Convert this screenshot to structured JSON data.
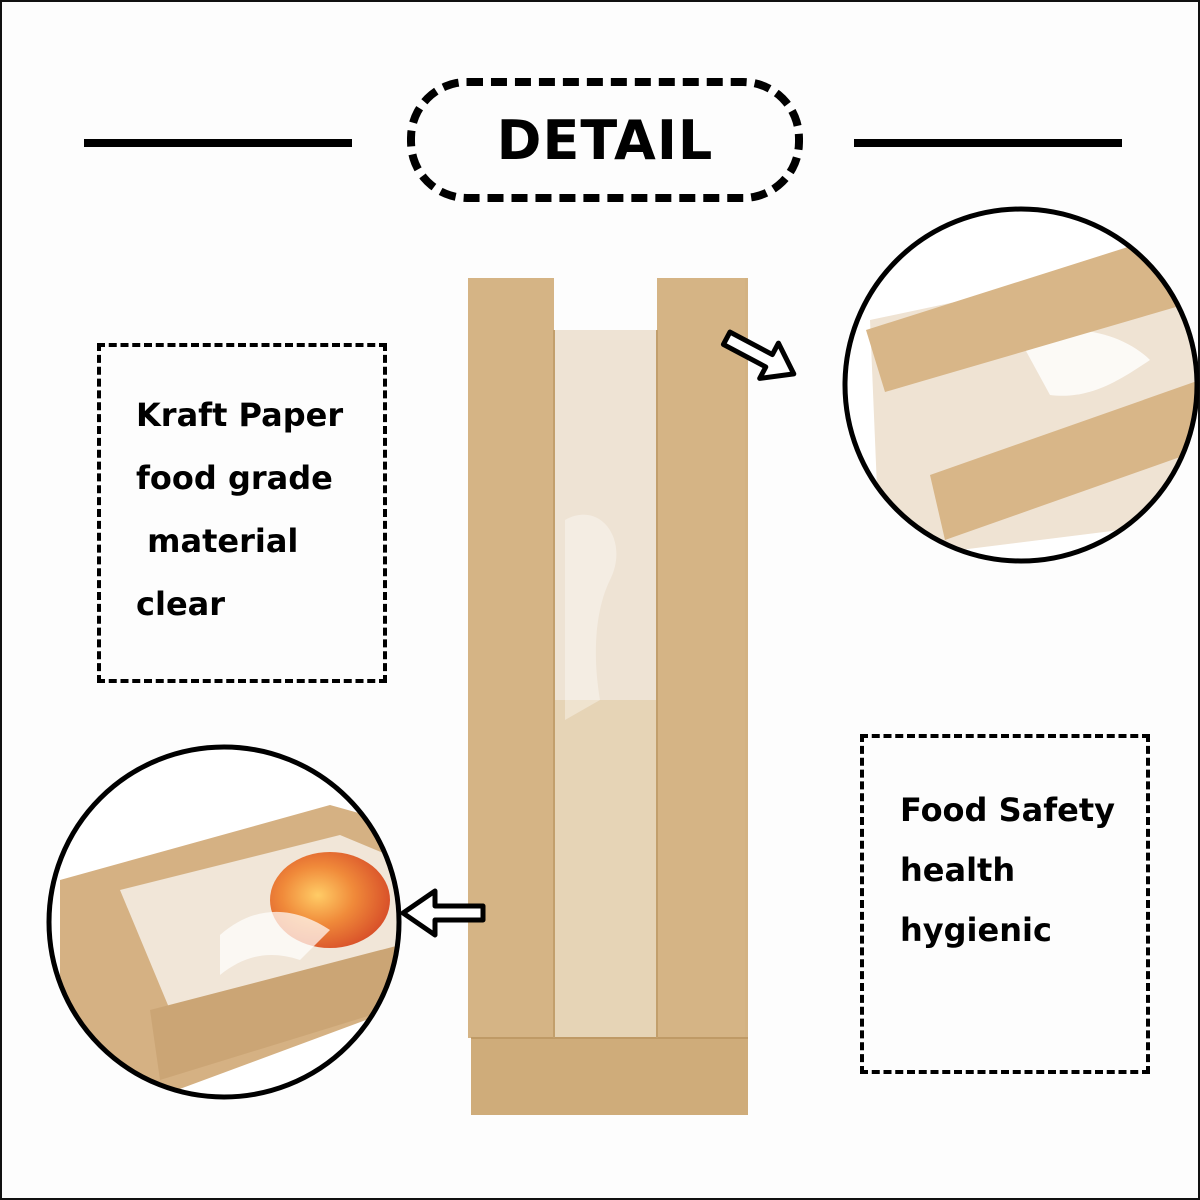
{
  "title": "DETAIL",
  "left_box": {
    "lines": [
      "Kraft Paper",
      "food grade",
      " material",
      "clear"
    ]
  },
  "right_box": {
    "lines": [
      "Food Safety",
      "health",
      "hygienic"
    ]
  },
  "colors": {
    "kraft": "#d4b485",
    "kraft_dark": "#c9a674",
    "window": "#efe6da",
    "outline": "#000000"
  },
  "icons": {
    "arrow_right": "arrow-right-icon",
    "arrow_left": "arrow-left-icon"
  }
}
